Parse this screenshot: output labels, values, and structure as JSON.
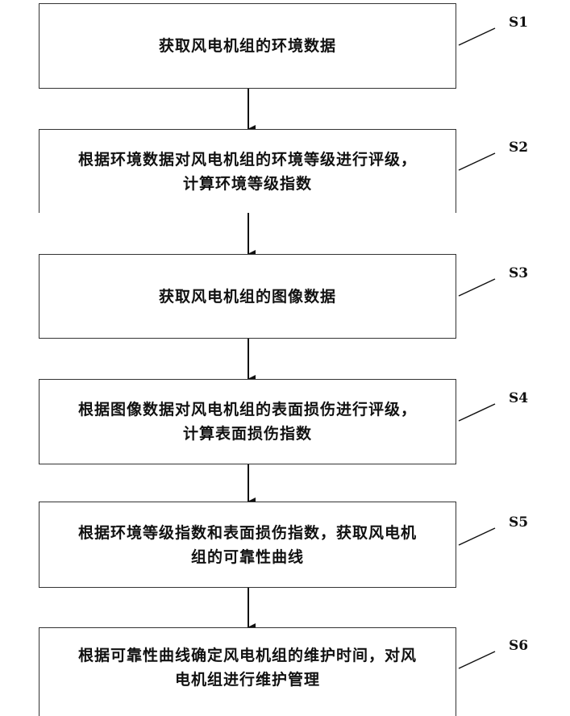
{
  "flowchart": {
    "steps": [
      {
        "label": "S1",
        "text": "获取风电机组的环境数据"
      },
      {
        "label": "S2",
        "text": "根据环境数据对风电机组的环境等级进行评级，\n计算环境等级指数"
      },
      {
        "label": "S3",
        "text": "获取风电机组的图像数据"
      },
      {
        "label": "S4",
        "text": "根据图像数据对风电机组的表面损伤进行评级，\n计算表面损伤指数"
      },
      {
        "label": "S5",
        "text": "根据环境等级指数和表面损伤指数，获取风电机\n组的可靠性曲线"
      },
      {
        "label": "S6",
        "text": "根据可靠性曲线确定风电机组的维护时间，对风\n电机组进行维护管理"
      }
    ]
  }
}
